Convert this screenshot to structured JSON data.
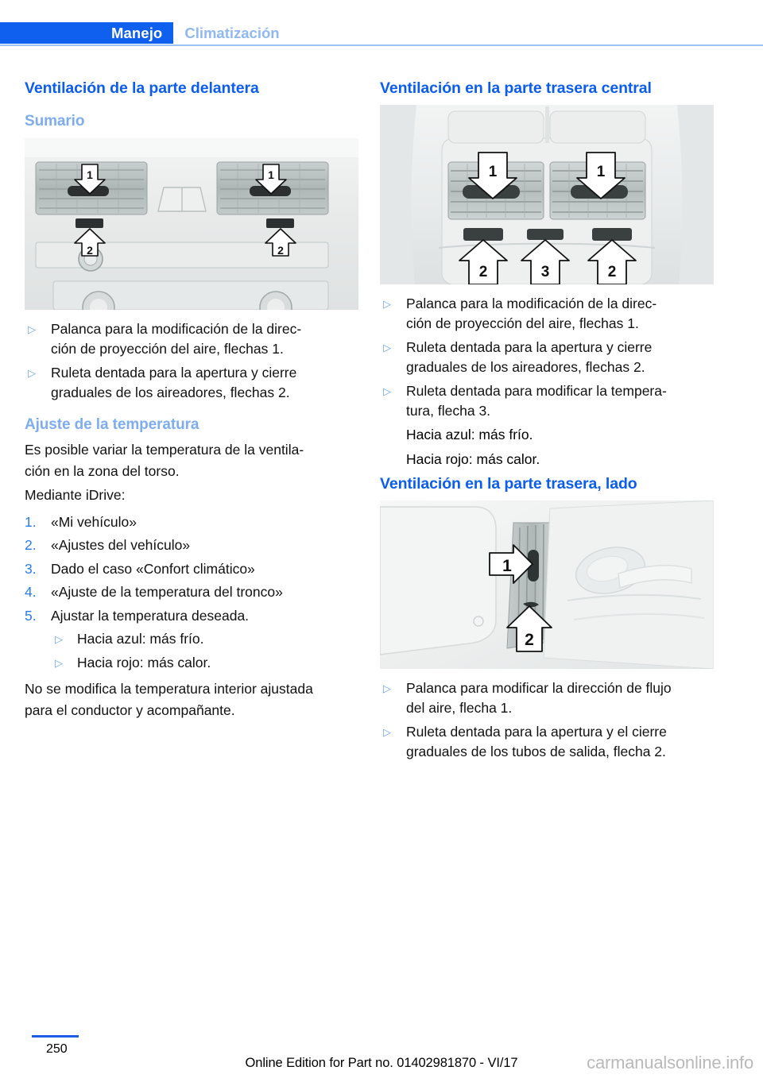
{
  "header": {
    "active_tab": "Manejo",
    "inactive_tab": "Climatización",
    "accent_color": "#1060f0",
    "inactive_color": "#8fb9f4",
    "rule_color": "#9cc3f5"
  },
  "left_column": {
    "title": "Ventilación de la parte delantera",
    "summary_heading": "Sumario",
    "figure_front": {
      "caption_numbers": [
        "1",
        "1",
        "2",
        "2"
      ],
      "alt": "Consola central con dos aireadores delanteros, flechas 1 y 2"
    },
    "bullets": [
      "Palanca para la modificación de la direc-\nción de proyección del aire, flechas 1.",
      "Ruleta dentada para la apertura y cierre\ngraduales de los aireadores, flechas 2."
    ],
    "temp_heading": "Ajuste de la temperatura",
    "temp_paragraph_1": "Es posible variar la temperatura de la ventila-",
    "temp_paragraph_2": "ción en la zona del torso.",
    "idrive_label": "Mediante iDrive:",
    "steps": [
      {
        "number": "1.",
        "text": "«Mi vehículo»"
      },
      {
        "number": "2.",
        "text": "«Ajustes del vehículo»"
      },
      {
        "number": "3.",
        "text": "Dado el caso «Confort climático»"
      },
      {
        "number": "4.",
        "text": "«Ajuste de la temperatura del tronco»"
      },
      {
        "number": "5.",
        "text": "Ajustar la temperatura deseada."
      }
    ],
    "step5_subitems": [
      "Hacia azul: más frío.",
      "Hacia rojo: más calor."
    ],
    "closing_1": "No se modifica la temperatura interior ajustada",
    "closing_2": "para el conductor y acompañante."
  },
  "right_column": {
    "title_center": "Ventilación en la parte trasera central",
    "figure_rear_center": {
      "caption_numbers": [
        "1",
        "1",
        "2",
        "3",
        "2"
      ],
      "alt": "Consola trasera central con aireadores, flechas 1, 2 y 3"
    },
    "bullets_center": [
      "Palanca para la modificación de la direc-\nción de proyección del aire, flechas 1.",
      "Ruleta dentada para la apertura y cierre\ngraduales de los aireadores, flechas 2.",
      "Ruleta dentada para modificar la tempera-\ntura, flecha 3."
    ],
    "center_notes": [
      "Hacia azul: más frío.",
      "Hacia rojo: más calor."
    ],
    "title_side": "Ventilación en la parte trasera, lado",
    "figure_rear_side": {
      "caption_numbers": [
        "1",
        "2"
      ],
      "alt": "Aireador lateral trasero en el montante de la puerta, flechas 1 y 2"
    },
    "bullets_side": [
      "Palanca para modificar la dirección de flujo\ndel aire, flecha 1.",
      "Ruleta dentada para la apertura y el cierre\ngraduales de los tubos de salida, flecha 2."
    ]
  },
  "footer": {
    "page_number": "250",
    "edition_text": "Online Edition for Part no. 01402981870 - VI/17",
    "watermark": "carmanualsonline.info",
    "rule_color": "#1b5ce8"
  },
  "icons": {
    "bullet_triangle": "▷",
    "accent_blue": "#0a5df0",
    "light_blue": "#7eadef"
  }
}
